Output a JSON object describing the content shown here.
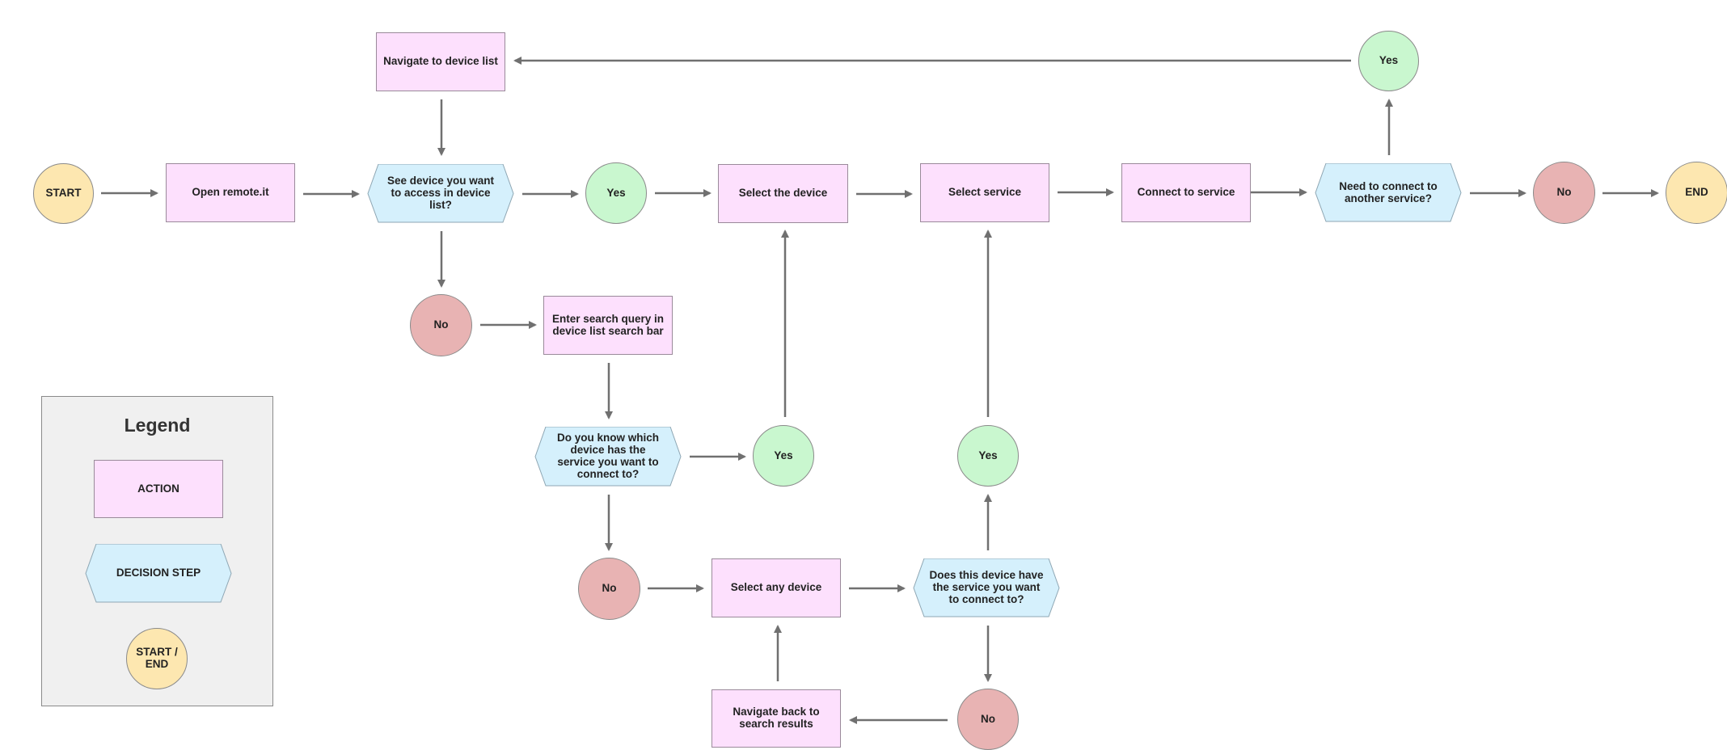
{
  "colors": {
    "action_fill": "#fde0fd",
    "decision_fill": "#d5f0fc",
    "start_end_fill": "#fde7b0",
    "yes_fill": "#c9f7cf",
    "no_fill": "#e8b3b3",
    "arrow": "#707070",
    "legend_fill": "#f0f0f0"
  },
  "nodes": {
    "start": "START",
    "open_remote": "Open remote.it",
    "decision_device_list": "See device you want to access in device list?",
    "yes_device_list": "Yes",
    "select_device": "Select the device",
    "select_service": "Select service",
    "connect_service": "Connect to service",
    "decision_another": "Need to connect to another service?",
    "no_another": "No",
    "end": "END",
    "yes_another": "Yes",
    "navigate_device_list": "Navigate to device list",
    "no_device_list": "No",
    "enter_search": "Enter search query in device list search bar",
    "decision_know_device": "Do you know which device has the service you want to connect to?",
    "yes_know_device": "Yes",
    "no_know_device": "No",
    "select_any_device": "Select any device",
    "decision_has_service": "Does this device have the service you want to connect to?",
    "yes_has_service": "Yes",
    "no_has_service": "No",
    "navigate_back": "Navigate back to search results"
  },
  "legend": {
    "title": "Legend",
    "action": "ACTION",
    "decision": "DECISION STEP",
    "start_end": "START / END"
  }
}
